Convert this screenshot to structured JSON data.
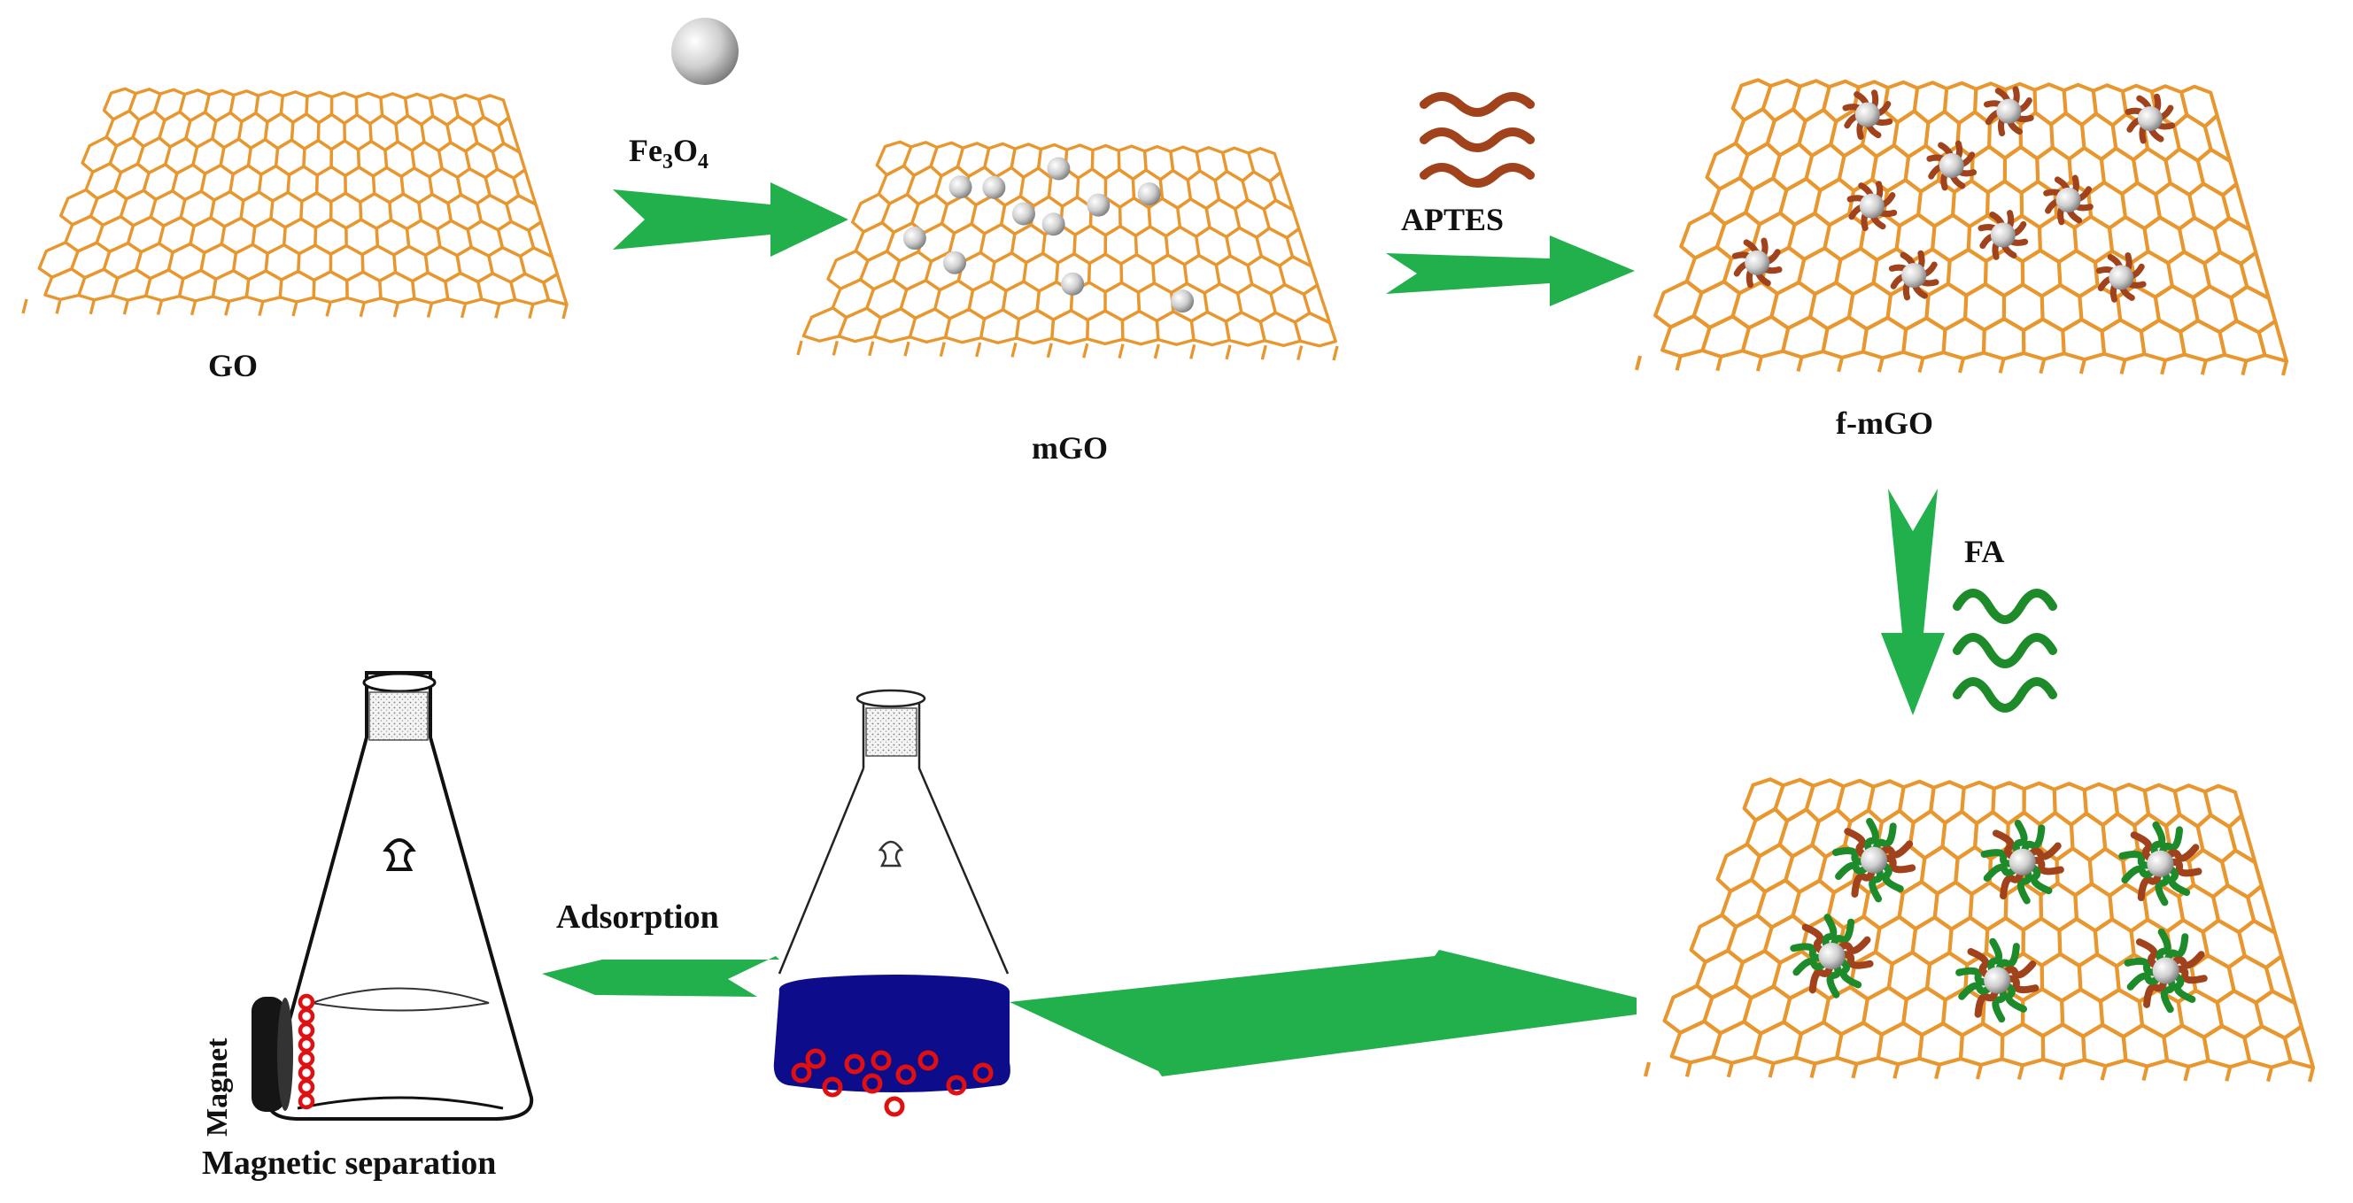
{
  "labels": {
    "go": "GO",
    "fe3o4_main": "Fe",
    "fe3o4_sub1": "3",
    "fe3o4_o": "O",
    "fe3o4_sub2": "4",
    "mgo": "mGO",
    "aptes": "APTES",
    "fmgo": "f-mGO",
    "fa": "FA",
    "adsorption": "Adsorption",
    "magnet": "Magnet",
    "magnetic_separation": "Magnetic separation"
  },
  "colors": {
    "graphene": "#E8962E",
    "arrow": "#21B04C",
    "aptes": "#A0431C",
    "fa": "#1E8B2A",
    "nanoparticle": "#C9C9C9",
    "solution": "#0D0D8C",
    "pollutant": "#E01010",
    "magnet": "#1a1a1a"
  },
  "icons": [
    "fe3o4-sphere-icon",
    "aptes-wave-icon",
    "fa-wave-icon",
    "flask-icon",
    "magnet-icon",
    "pollutant-ring-icon"
  ]
}
